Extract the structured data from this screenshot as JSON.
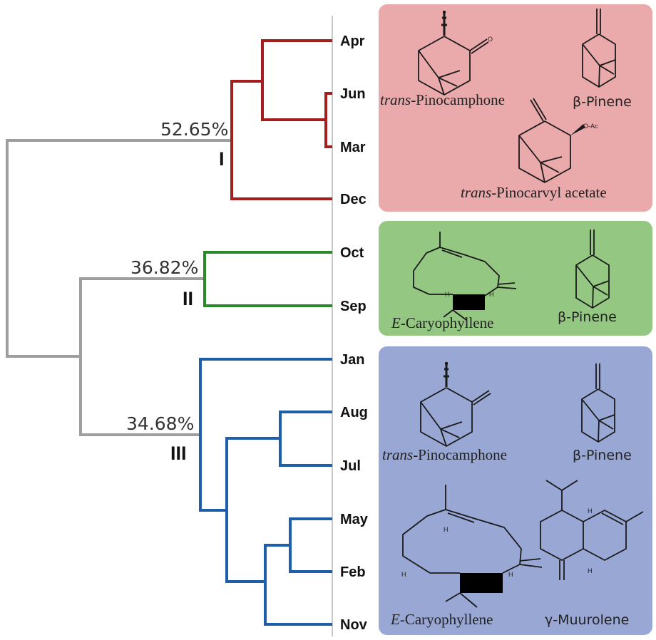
{
  "clusters": [
    {
      "id": "I",
      "similarity": "52.65%",
      "color": "#a41e1e",
      "panel_color": "#eaa9ab",
      "months": [
        "Apr",
        "Jun",
        "Mar",
        "Dec"
      ],
      "compounds": {
        "pinocamphone": {
          "prefix": "trans",
          "name": "-Pinocamphone"
        },
        "pinene": {
          "label": "β-Pinene"
        },
        "pinocarvyl": {
          "prefix": "trans",
          "name": "-Pinocarvyl acetate",
          "substituent": "O-Ac"
        }
      }
    },
    {
      "id": "II",
      "similarity": "36.82%",
      "color": "#2a8a2a",
      "panel_color": "#94c781",
      "months": [
        "Oct",
        "Sep"
      ],
      "compounds": {
        "caryophyllene": {
          "prefix": "E",
          "name": "-Caryophyllene"
        },
        "pinene": {
          "label": "β-Pinene"
        }
      }
    },
    {
      "id": "III",
      "similarity": "34.68%",
      "color": "#1f5ea8",
      "panel_color": "#98a7d3",
      "months": [
        "Jan",
        "Aug",
        "Jul",
        "May",
        "Feb",
        "Nov"
      ],
      "compounds": {
        "pinocamphone": {
          "prefix": "trans",
          "name": "-Pinocamphone"
        },
        "pinene": {
          "label": "β-Pinene"
        },
        "caryophyllene": {
          "prefix": "E",
          "name": "-Caryophyllene"
        },
        "muurolene": {
          "label": "γ-Muurolene"
        }
      }
    }
  ],
  "root_color": "#9e9e9e",
  "atom_labels": {
    "oxygen": "O",
    "hydrogen": "H"
  }
}
